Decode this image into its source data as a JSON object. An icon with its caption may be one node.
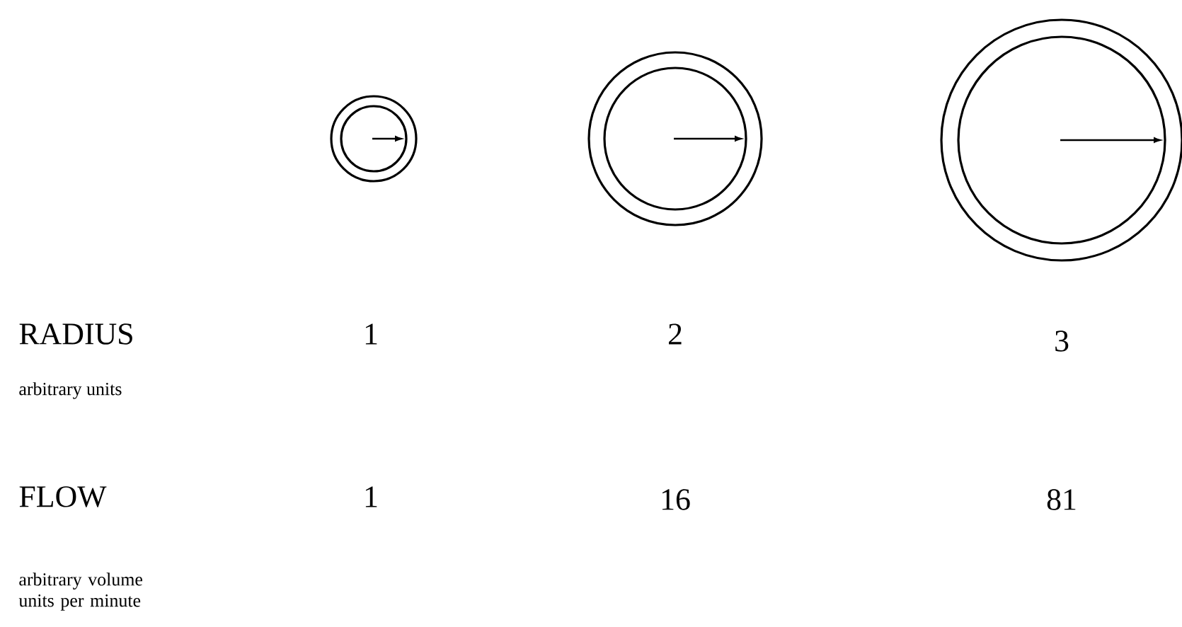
{
  "diagram": {
    "labels": [
      "RADIUS",
      "1",
      "2",
      "3",
      "arbitrary units",
      "FLOW",
      "1",
      "16",
      "81",
      "arbitrary volume units per minute"
    ]
  }
}
